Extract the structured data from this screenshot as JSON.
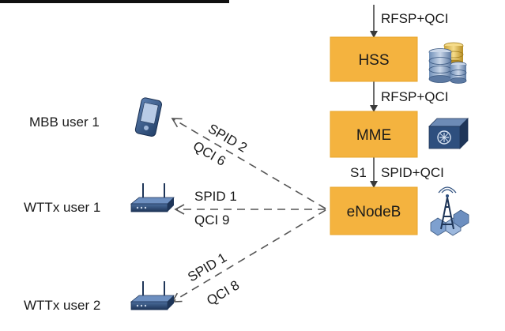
{
  "colors": {
    "box_fill": "#f4b33f",
    "box_stroke": "#e8a528",
    "line": "#3a3a3a",
    "dashed": "#555555",
    "device_blue": "#2e4f7e"
  },
  "nodes": {
    "hss": "HSS",
    "mme": "MME",
    "enodeb": "eNodeB"
  },
  "links": {
    "top_in": "RFSP+QCI",
    "hss_to_mme": "RFSP+QCI",
    "s1": "S1",
    "mme_to_enodeb": "SPID+QCI"
  },
  "users": [
    {
      "name": "MBB user 1",
      "spid": "SPID 2",
      "qci": "QCI 6",
      "icon": "smartphone-icon"
    },
    {
      "name": "WTTx user 1",
      "spid": "SPID 1",
      "qci": "QCI 9",
      "icon": "cpe-router-icon"
    },
    {
      "name": "WTTx user 2",
      "spid": "SPID 1",
      "qci": "QCI 8",
      "icon": "cpe-router-icon"
    }
  ],
  "side_icons": [
    "database-server-icon",
    "mme-server-icon",
    "base-station-tower-icon"
  ]
}
